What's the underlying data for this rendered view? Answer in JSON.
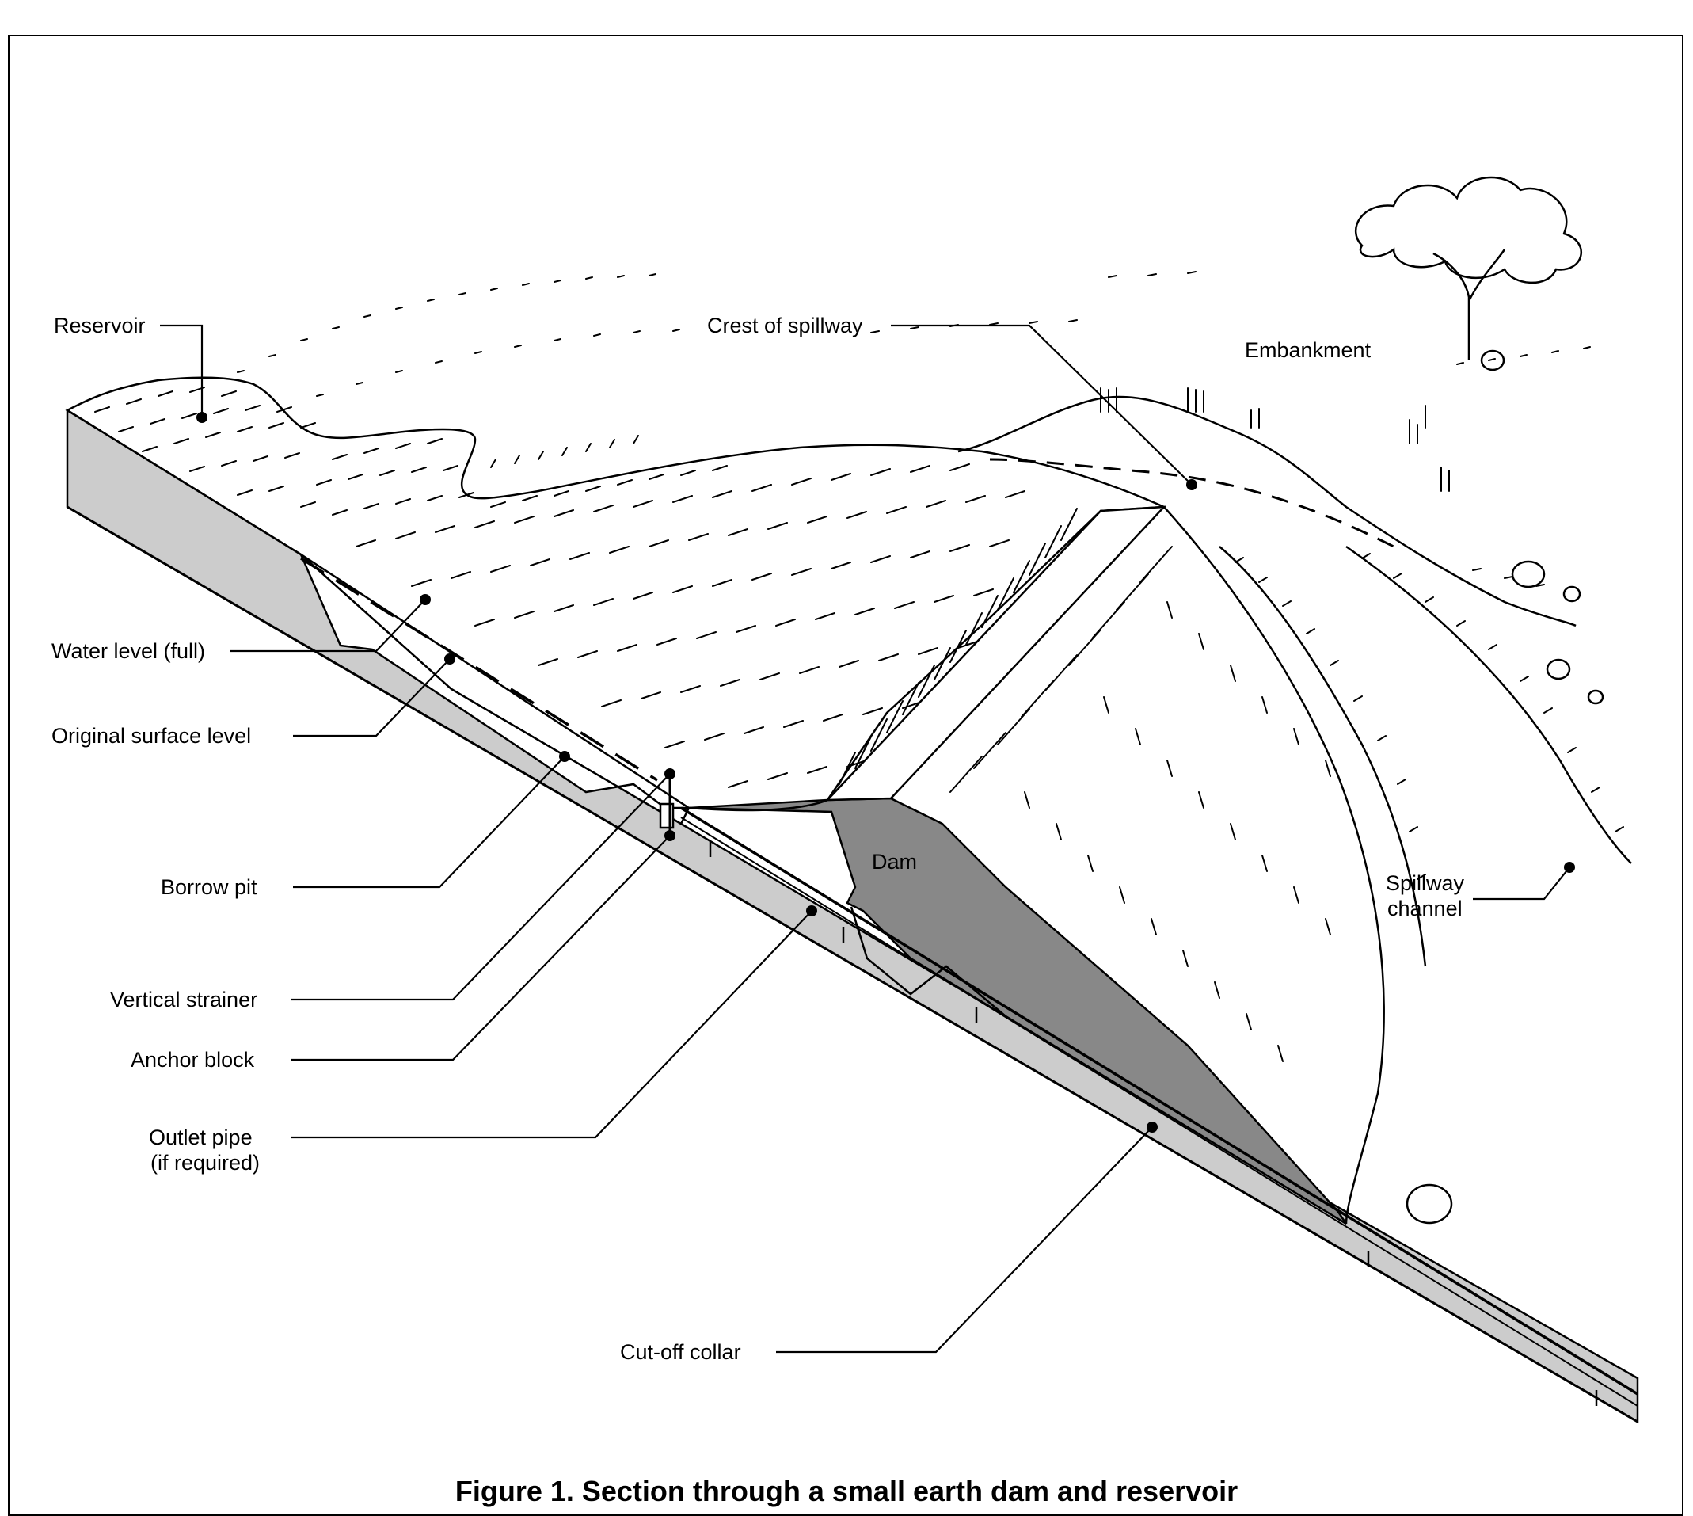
{
  "labels": {
    "reservoir": "Reservoir",
    "crest_of_spillway": "Crest of spillway",
    "embankment": "Embankment",
    "water_level_full": "Water level (full)",
    "original_surface_level": "Original surface level",
    "borrow_pit": "Borrow pit",
    "vertical_strainer": "Vertical strainer",
    "anchor_block": "Anchor block",
    "outlet_pipe_line1": "Outlet pipe",
    "outlet_pipe_line2": "(if required)",
    "cut_off_collar": "Cut-off collar",
    "dam": "Dam",
    "spillway_channel_line1": "Spillway",
    "spillway_channel_line2": "channel"
  },
  "caption": "Figure 1. Section through a small earth dam and reservoir",
  "colors": {
    "ground_section": "#cccccc",
    "dam_section": "#888888",
    "line": "#000000"
  }
}
